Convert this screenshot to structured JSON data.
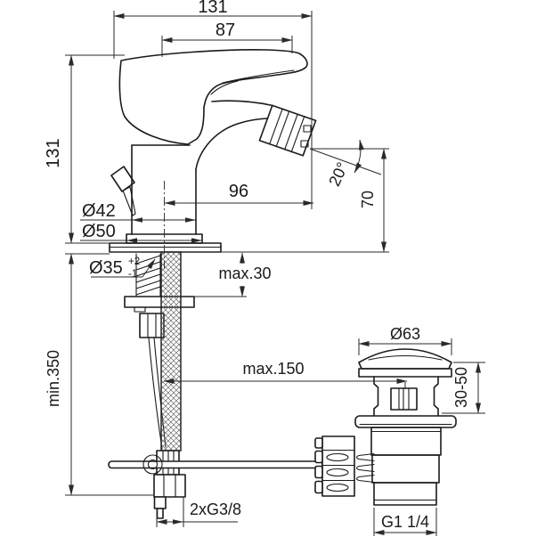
{
  "drawing_kind": "bidet mixer and pop-up waste installation drawing",
  "colors": {
    "line": "#1a1a1a",
    "dim_line": "#2a2a2a",
    "background": "#ffffff"
  },
  "dimensions": {
    "faucet": {
      "overall_width": "131",
      "handle_length": "87",
      "height_above_deck": "131",
      "spout_reach": "96",
      "spout_angle": "20°",
      "spout_outlet_height": "70",
      "body_diameter": "Ø42",
      "base_diameter": "Ø50",
      "mounting_hole_diameter": "Ø35",
      "mounting_hole_tol_upper": "+2",
      "mounting_hole_tol_lower": "-1",
      "max_deck_thickness": "max.30",
      "supply_hose_min_length": "min.350",
      "popup_rod_max_length": "max.150",
      "supply_thread": "2xG3/8"
    },
    "waste": {
      "cap_diameter": "Ø63",
      "deck_thickness_range": "30-50",
      "outlet_thread": "G1 1/4"
    }
  }
}
